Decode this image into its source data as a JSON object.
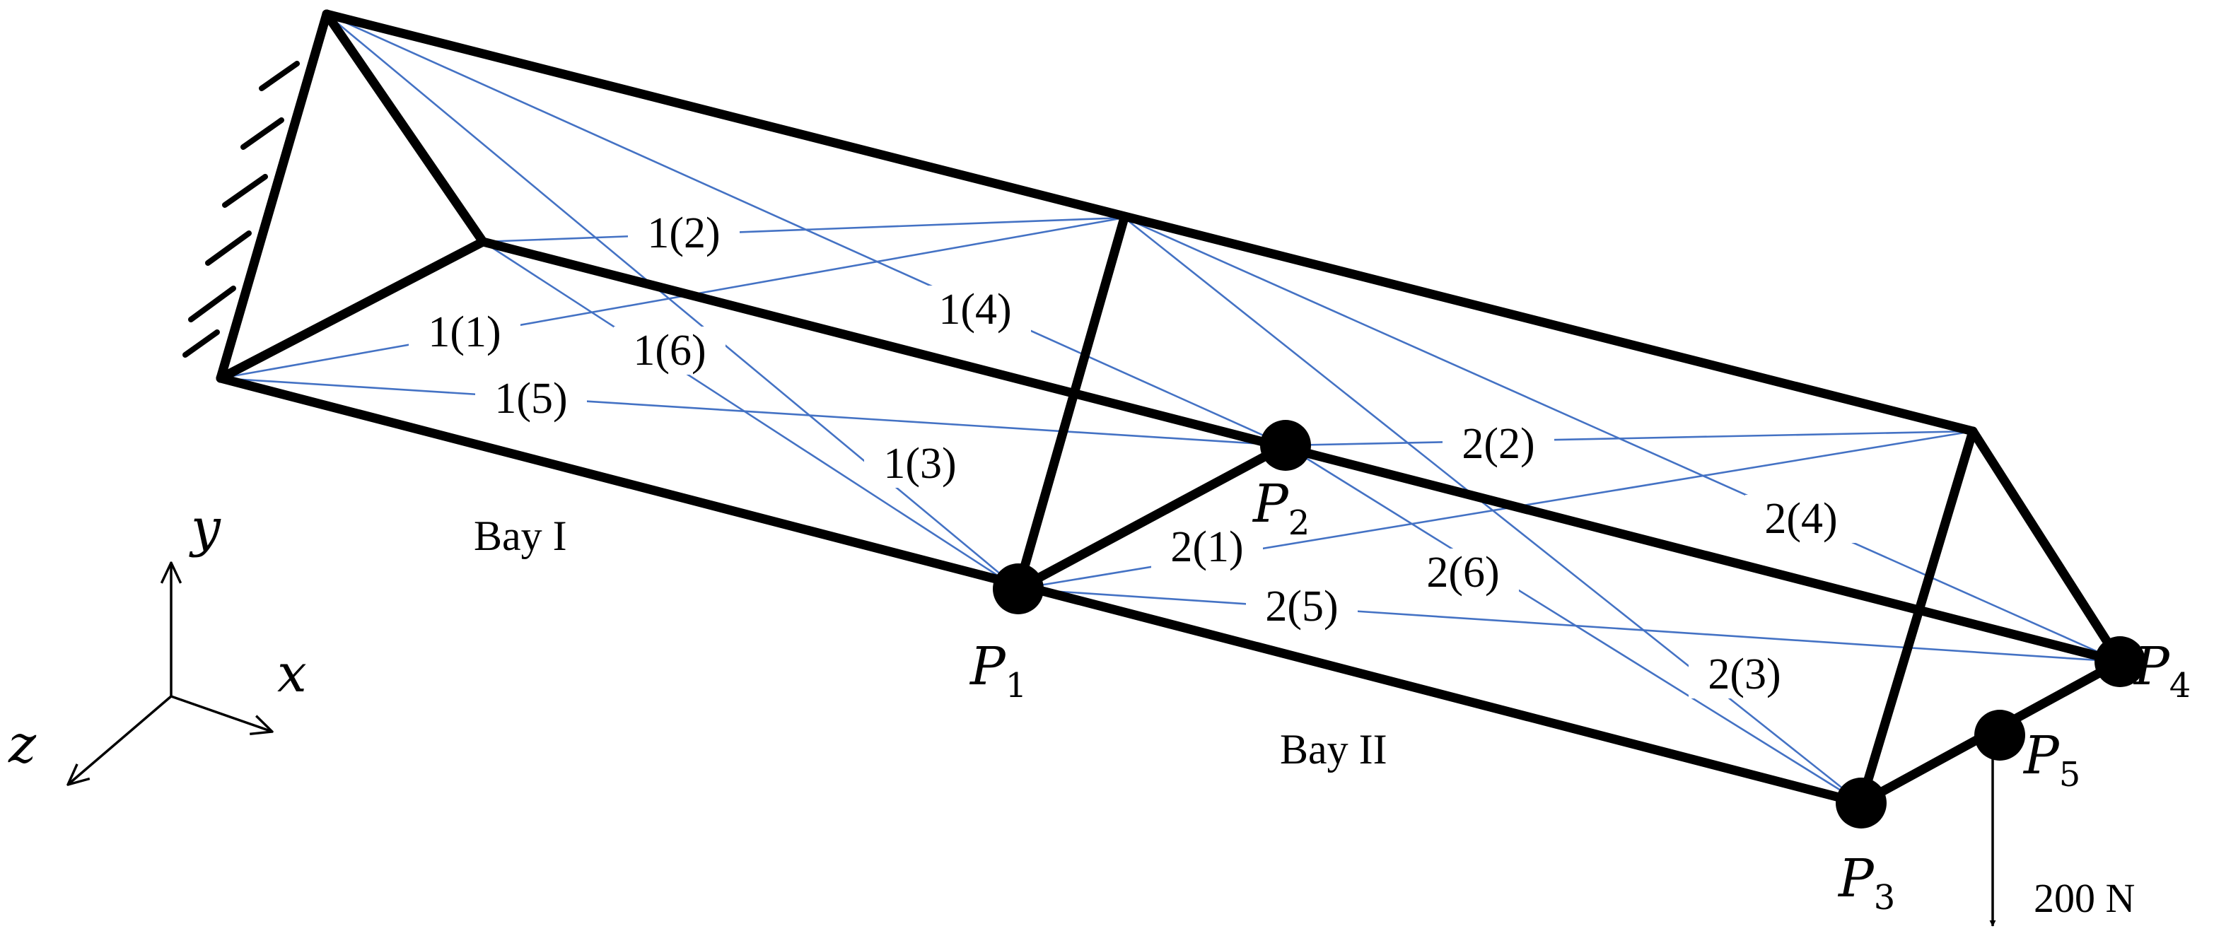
{
  "diagram": {
    "bays": [
      {
        "id": "bay-1",
        "label": "Bay I"
      },
      {
        "id": "bay-2",
        "label": "Bay II"
      }
    ],
    "points": [
      {
        "id": "p1",
        "letter": "P",
        "sub": "1"
      },
      {
        "id": "p2",
        "letter": "P",
        "sub": "2"
      },
      {
        "id": "p3",
        "letter": "P",
        "sub": "3"
      },
      {
        "id": "p4",
        "letter": "P",
        "sub": "4"
      },
      {
        "id": "p5",
        "letter": "P",
        "sub": "5"
      }
    ],
    "braces": [
      {
        "id": "1-1",
        "label": "1(1)"
      },
      {
        "id": "1-2",
        "label": "1(2)"
      },
      {
        "id": "1-3",
        "label": "1(3)"
      },
      {
        "id": "1-4",
        "label": "1(4)"
      },
      {
        "id": "1-5",
        "label": "1(5)"
      },
      {
        "id": "1-6",
        "label": "1(6)"
      },
      {
        "id": "2-1",
        "label": "2(1)"
      },
      {
        "id": "2-2",
        "label": "2(2)"
      },
      {
        "id": "2-3",
        "label": "2(3)"
      },
      {
        "id": "2-4",
        "label": "2(4)"
      },
      {
        "id": "2-5",
        "label": "2(5)"
      },
      {
        "id": "2-6",
        "label": "2(6)"
      }
    ],
    "axes": {
      "x": "x",
      "y": "y",
      "z": "z"
    },
    "load": {
      "label": "200 N"
    },
    "colors": {
      "frame": "#000000",
      "brace": "#4472c4",
      "background": "#ffffff"
    }
  }
}
